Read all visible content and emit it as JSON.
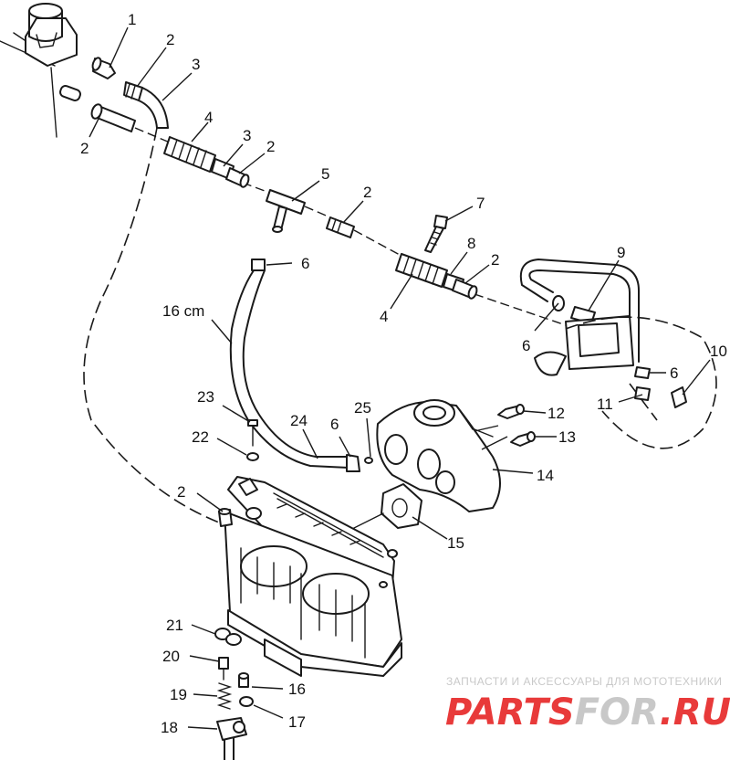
{
  "diagram": {
    "callouts": [
      {
        "id": "c1",
        "text": "1"
      },
      {
        "id": "c2a",
        "text": "2"
      },
      {
        "id": "c3a",
        "text": "3"
      },
      {
        "id": "c2b",
        "text": "2"
      },
      {
        "id": "c4a",
        "text": "4"
      },
      {
        "id": "c3b",
        "text": "3"
      },
      {
        "id": "c2c",
        "text": "2"
      },
      {
        "id": "c5",
        "text": "5"
      },
      {
        "id": "c2d",
        "text": "2"
      },
      {
        "id": "c7",
        "text": "7"
      },
      {
        "id": "c6a",
        "text": "6"
      },
      {
        "id": "c8",
        "text": "8"
      },
      {
        "id": "c2e",
        "text": "2"
      },
      {
        "id": "c9",
        "text": "9"
      },
      {
        "id": "c4b",
        "text": "4"
      },
      {
        "id": "c6b",
        "text": "6"
      },
      {
        "id": "c10",
        "text": "10"
      },
      {
        "id": "c6c",
        "text": "6"
      },
      {
        "id": "c11",
        "text": "11"
      },
      {
        "id": "c16cm",
        "text": "16 cm"
      },
      {
        "id": "c23",
        "text": "23"
      },
      {
        "id": "c24",
        "text": "24"
      },
      {
        "id": "c6d",
        "text": "6"
      },
      {
        "id": "c25",
        "text": "25"
      },
      {
        "id": "c12",
        "text": "12"
      },
      {
        "id": "c13",
        "text": "13"
      },
      {
        "id": "c22",
        "text": "22"
      },
      {
        "id": "c14",
        "text": "14"
      },
      {
        "id": "c2f",
        "text": "2"
      },
      {
        "id": "c15",
        "text": "15"
      },
      {
        "id": "c21",
        "text": "21"
      },
      {
        "id": "c20",
        "text": "20"
      },
      {
        "id": "c16",
        "text": "16"
      },
      {
        "id": "c19",
        "text": "19"
      },
      {
        "id": "c17",
        "text": "17"
      },
      {
        "id": "c18",
        "text": "18"
      }
    ]
  },
  "watermark": {
    "tagline": "ЗАПЧАСТИ И АКСЕССУАРЫ ДЛЯ МОТОТЕХНИКИ",
    "logo_red": "PARTS",
    "logo_gray": "FOR",
    "logo_tld": ".RU",
    "red_color": "#e83a3a",
    "gray_color": "#c8c8c8"
  }
}
